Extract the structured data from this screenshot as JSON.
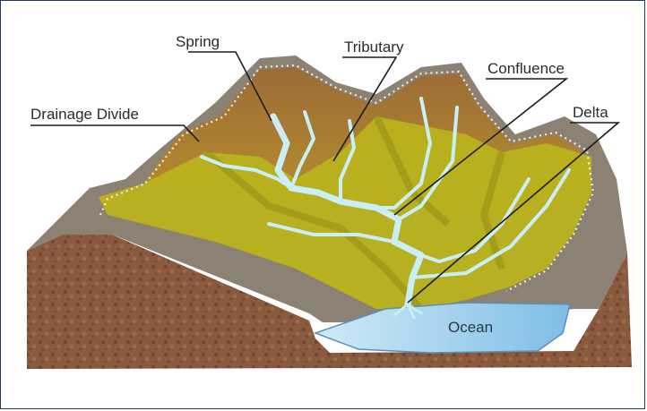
{
  "labels": {
    "spring": "Spring",
    "tributary": "Tributary",
    "confluence": "Confluence",
    "drainage_divide": "Drainage Divide",
    "delta": "Delta",
    "ocean": "Ocean"
  },
  "colors": {
    "border": "#1f3a5a",
    "soil": "#8a5a3e",
    "rock": "#8c8273",
    "valley": "#b9b21c",
    "slope": "#a07a38",
    "river": "#bfe6ee",
    "ocean": "#8fc9ea"
  }
}
